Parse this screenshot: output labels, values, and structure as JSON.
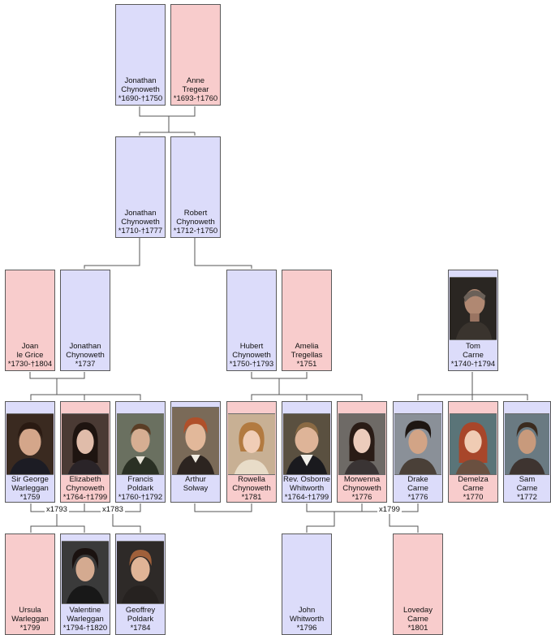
{
  "people": {
    "jonathan_1690": {
      "l1": "Jonathan",
      "l2": "Chynoweth",
      "l3": "*1690-†1750"
    },
    "anne_1693": {
      "l1": "Anne",
      "l2": "Tregear",
      "l3": "*1693-†1760"
    },
    "jonathan_1710": {
      "l1": "Jonathan",
      "l2": "Chynoweth",
      "l3": "*1710-†1777"
    },
    "robert_1712": {
      "l1": "Robert",
      "l2": "Chynoweth",
      "l3": "*1712-†1750"
    },
    "joan_1730": {
      "l1": "Joan",
      "l2": "le Grice",
      "l3": "*1730-†1804"
    },
    "jonathan_1737": {
      "l1": "Jonathan",
      "l2": "Chynoweth",
      "l3": "*1737"
    },
    "hubert_1750": {
      "l1": "Hubert",
      "l2": "Chynoweth",
      "l3": "*1750-†1793"
    },
    "amelia_1751": {
      "l1": "Amelia",
      "l2": "Tregellas",
      "l3": "*1751"
    },
    "tom_1740": {
      "l1": "Tom",
      "l2": "Carne",
      "l3": "*1740-†1794"
    },
    "george_1759": {
      "l1": "Sir George",
      "l2": "Warleggan",
      "l3": "*1759"
    },
    "elizabeth_1764": {
      "l1": "Elizabeth",
      "l2": "Chynoweth",
      "l3": "*1764-†1799"
    },
    "francis_1760": {
      "l1": "Francis",
      "l2": "Poldark",
      "l3": "*1760-†1792"
    },
    "arthur_solway": {
      "l1": "Arthur",
      "l2": "Solway",
      "l3": ""
    },
    "rowella_1781": {
      "l1": "Rowella",
      "l2": "Chynoweth",
      "l3": "*1781"
    },
    "osborne_1764": {
      "l1": "Rev. Osborne",
      "l2": "Whitworth",
      "l3": "*1764-†1799"
    },
    "morwenna_1776": {
      "l1": "Morwenna",
      "l2": "Chynoweth",
      "l3": "*1776"
    },
    "drake_1776": {
      "l1": "Drake",
      "l2": "Carne",
      "l3": "*1776"
    },
    "demelza_1770": {
      "l1": "Demelza",
      "l2": "Carne",
      "l3": "*1770"
    },
    "sam_1772": {
      "l1": "Sam",
      "l2": "Carne",
      "l3": "*1772"
    },
    "ursula_1799": {
      "l1": "Ursula",
      "l2": "Warleggan",
      "l3": "*1799"
    },
    "valentine_1794": {
      "l1": "Valentine",
      "l2": "Warleggan",
      "l3": "*1794-†1820"
    },
    "geoffrey_1784": {
      "l1": "Geoffrey",
      "l2": "Poldark",
      "l3": "*1784"
    },
    "john_1796": {
      "l1": "John",
      "l2": "Whitworth",
      "l3": "*1796"
    },
    "loveday_1801": {
      "l1": "Loveday",
      "l2": "Carne",
      "l3": "*1801"
    }
  },
  "marriages": {
    "george_elizabeth": "x1793",
    "elizabeth_francis": "x1783",
    "morwenna_drake": "x1799"
  },
  "colors": {
    "male": "#dcdcfa",
    "female": "#f8cccc",
    "line": "#555555"
  }
}
